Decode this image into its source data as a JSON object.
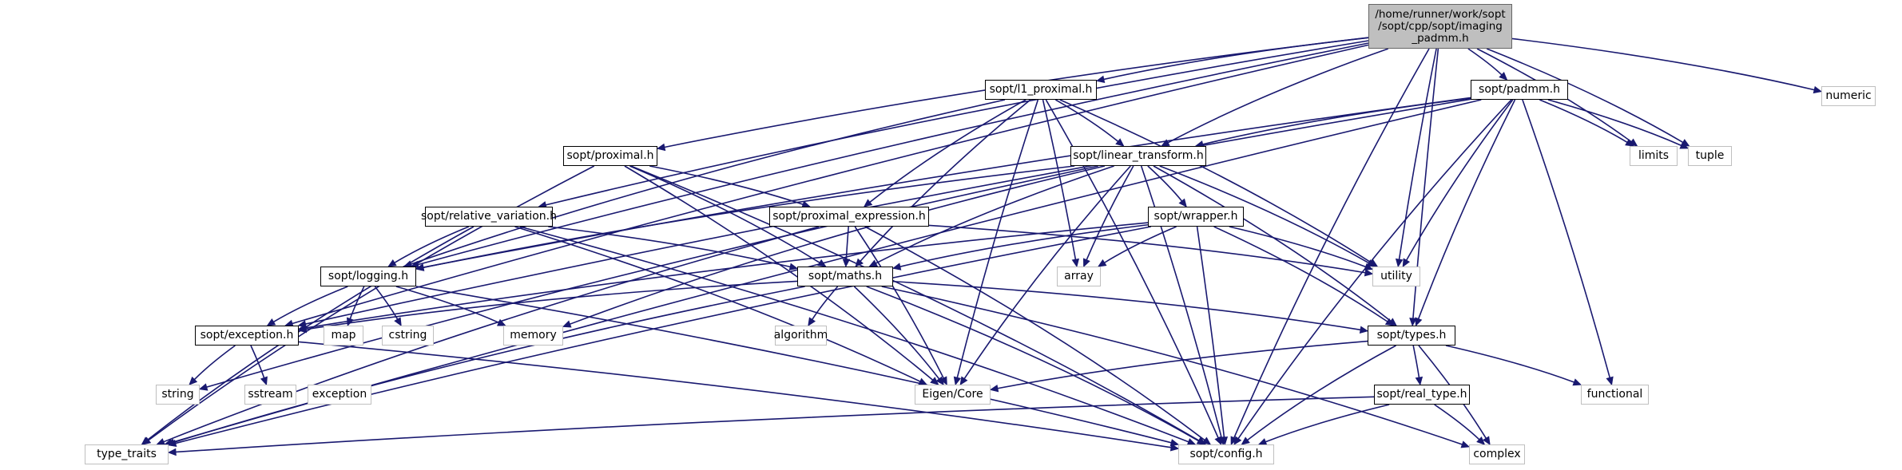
{
  "graph": {
    "root": "/home/runner/work/sopt/sopt/cpp/sopt/imaging/padmm.h",
    "nodes": [
      {
        "id": "root",
        "label": "/home/runner/work/sopt\n/sopt/cpp/sopt/imaging\n_padmm.h",
        "kind": "root"
      },
      {
        "id": "l1_proximal",
        "label": "sopt/l1_proximal.h",
        "kind": "project"
      },
      {
        "id": "padmm",
        "label": "sopt/padmm.h",
        "kind": "project"
      },
      {
        "id": "proximal",
        "label": "sopt/proximal.h",
        "kind": "project"
      },
      {
        "id": "linear_transform",
        "label": "sopt/linear_transform.h",
        "kind": "project"
      },
      {
        "id": "relative_variation",
        "label": "sopt/relative_variation.h",
        "kind": "project"
      },
      {
        "id": "proximal_expression",
        "label": "sopt/proximal_expression.h",
        "kind": "project"
      },
      {
        "id": "wrapper",
        "label": "sopt/wrapper.h",
        "kind": "project"
      },
      {
        "id": "logging",
        "label": "sopt/logging.h",
        "kind": "project"
      },
      {
        "id": "maths",
        "label": "sopt/maths.h",
        "kind": "project"
      },
      {
        "id": "exception",
        "label": "sopt/exception.h",
        "kind": "project"
      },
      {
        "id": "types",
        "label": "sopt/types.h",
        "kind": "project"
      },
      {
        "id": "real_type",
        "label": "sopt/real_type.h",
        "kind": "project"
      },
      {
        "id": "config",
        "label": "sopt/config.h",
        "kind": "system"
      },
      {
        "id": "numeric",
        "label": "numeric",
        "kind": "system"
      },
      {
        "id": "limits",
        "label": "limits",
        "kind": "system"
      },
      {
        "id": "tuple",
        "label": "tuple",
        "kind": "system"
      },
      {
        "id": "utility",
        "label": "utility",
        "kind": "system"
      },
      {
        "id": "array",
        "label": "array",
        "kind": "system"
      },
      {
        "id": "memory",
        "label": "memory",
        "kind": "system"
      },
      {
        "id": "map",
        "label": "map",
        "kind": "system"
      },
      {
        "id": "cstring",
        "label": "cstring",
        "kind": "system"
      },
      {
        "id": "algorithm",
        "label": "algorithm",
        "kind": "system"
      },
      {
        "id": "string",
        "label": "string",
        "kind": "system"
      },
      {
        "id": "sstream",
        "label": "sstream",
        "kind": "system"
      },
      {
        "id": "exception_std",
        "label": "exception",
        "kind": "system"
      },
      {
        "id": "eigen_core",
        "label": "Eigen/Core",
        "kind": "system"
      },
      {
        "id": "functional",
        "label": "functional",
        "kind": "system"
      },
      {
        "id": "complex",
        "label": "complex",
        "kind": "system"
      },
      {
        "id": "type_traits",
        "label": "type_traits",
        "kind": "system"
      }
    ],
    "edges": [
      [
        "root",
        "l1_proximal"
      ],
      [
        "root",
        "padmm"
      ],
      [
        "root",
        "proximal"
      ],
      [
        "root",
        "linear_transform"
      ],
      [
        "root",
        "relative_variation"
      ],
      [
        "root",
        "logging"
      ],
      [
        "root",
        "exception"
      ],
      [
        "root",
        "types"
      ],
      [
        "root",
        "config"
      ],
      [
        "root",
        "numeric"
      ],
      [
        "root",
        "limits"
      ],
      [
        "root",
        "tuple"
      ],
      [
        "root",
        "utility"
      ],
      [
        "l1_proximal",
        "linear_transform"
      ],
      [
        "l1_proximal",
        "proximal_expression"
      ],
      [
        "l1_proximal",
        "maths"
      ],
      [
        "l1_proximal",
        "logging"
      ],
      [
        "l1_proximal",
        "array"
      ],
      [
        "l1_proximal",
        "eigen_core"
      ],
      [
        "l1_proximal",
        "config"
      ],
      [
        "l1_proximal",
        "utility"
      ],
      [
        "padmm",
        "linear_transform"
      ],
      [
        "padmm",
        "exception"
      ],
      [
        "padmm",
        "logging"
      ],
      [
        "padmm",
        "limits"
      ],
      [
        "padmm",
        "tuple"
      ],
      [
        "padmm",
        "utility"
      ],
      [
        "padmm",
        "types"
      ],
      [
        "padmm",
        "functional"
      ],
      [
        "padmm",
        "config"
      ],
      [
        "padmm",
        "type_traits"
      ],
      [
        "proximal",
        "proximal_expression"
      ],
      [
        "proximal",
        "maths"
      ],
      [
        "proximal",
        "eigen_core"
      ],
      [
        "proximal",
        "config"
      ],
      [
        "proximal",
        "type_traits"
      ],
      [
        "linear_transform",
        "wrapper"
      ],
      [
        "linear_transform",
        "maths"
      ],
      [
        "linear_transform",
        "logging"
      ],
      [
        "linear_transform",
        "memory"
      ],
      [
        "linear_transform",
        "array"
      ],
      [
        "linear_transform",
        "utility"
      ],
      [
        "linear_transform",
        "types"
      ],
      [
        "linear_transform",
        "eigen_core"
      ],
      [
        "linear_transform",
        "config"
      ],
      [
        "linear_transform",
        "string"
      ],
      [
        "relative_variation",
        "logging"
      ],
      [
        "relative_variation",
        "maths"
      ],
      [
        "relative_variation",
        "eigen_core"
      ],
      [
        "relative_variation",
        "config"
      ],
      [
        "relative_variation",
        "type_traits"
      ],
      [
        "proximal_expression",
        "maths"
      ],
      [
        "proximal_expression",
        "utility"
      ],
      [
        "proximal_expression",
        "eigen_core"
      ],
      [
        "proximal_expression",
        "config"
      ],
      [
        "proximal_expression",
        "type_traits"
      ],
      [
        "wrapper",
        "maths"
      ],
      [
        "wrapper",
        "exception"
      ],
      [
        "wrapper",
        "array"
      ],
      [
        "wrapper",
        "utility"
      ],
      [
        "wrapper",
        "types"
      ],
      [
        "wrapper",
        "config"
      ],
      [
        "wrapper",
        "type_traits"
      ],
      [
        "logging",
        "exception"
      ],
      [
        "logging",
        "map"
      ],
      [
        "logging",
        "cstring"
      ],
      [
        "logging",
        "memory"
      ],
      [
        "logging",
        "config"
      ],
      [
        "maths",
        "exception"
      ],
      [
        "maths",
        "algorithm"
      ],
      [
        "maths",
        "types"
      ],
      [
        "maths",
        "eigen_core"
      ],
      [
        "maths",
        "config"
      ],
      [
        "maths",
        "complex"
      ],
      [
        "maths",
        "type_traits"
      ],
      [
        "exception",
        "string"
      ],
      [
        "exception",
        "sstream"
      ],
      [
        "exception_std_src",
        "exception_std"
      ],
      [
        "exception",
        "config"
      ],
      [
        "types",
        "real_type"
      ],
      [
        "types",
        "eigen_core"
      ],
      [
        "types",
        "functional"
      ],
      [
        "types",
        "complex"
      ],
      [
        "types",
        "config"
      ],
      [
        "real_type",
        "config"
      ],
      [
        "real_type",
        "complex"
      ],
      [
        "real_type",
        "type_traits"
      ]
    ]
  }
}
